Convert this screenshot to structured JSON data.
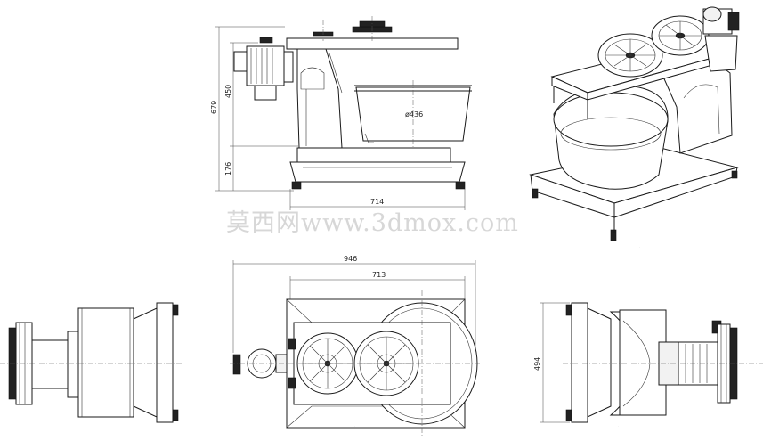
{
  "drawing": {
    "front_view": {
      "dim_height_total": "679",
      "dim_height_upper": "450",
      "dim_height_lower": "176",
      "dim_width": "714",
      "bowl_diameter": "ø436"
    },
    "top_view": {
      "dim_width_overall": "946",
      "dim_width_inner": "713"
    },
    "right_view": {
      "dim_height": "494"
    }
  },
  "watermark": "莫西网www.3dmox.com"
}
